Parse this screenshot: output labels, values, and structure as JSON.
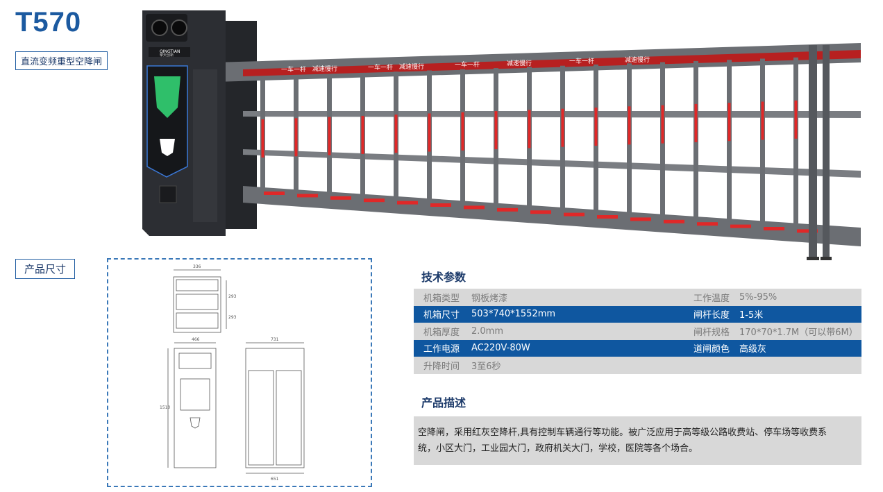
{
  "header": {
    "model": "T570",
    "subtitle": "直流变频重型空降闸"
  },
  "product_image": {
    "brand_logo": "QINGTIAN",
    "brand_name": "擎天创新",
    "boom_slogans": [
      "一车一杆",
      "减速慢行",
      "一车一杆",
      "减速慢行",
      "一车一杆",
      "减速慢行",
      "一车一杆",
      "减速慢行"
    ],
    "colors": {
      "cabinet": "#2c2e33",
      "boom_gray": "#6b6e73",
      "boom_red": "#e02828",
      "led_green": "#2fbf6a"
    }
  },
  "dimensions_section": {
    "title": "产品尺寸",
    "drawing_labels": {
      "top_width": "336",
      "top_h1": "293",
      "top_h2": "293",
      "front_width": "466",
      "front_height": "1510",
      "side_width": "731",
      "side_bottom": "651"
    }
  },
  "specs_section": {
    "title": "技术参数",
    "rows": [
      {
        "style": "gray",
        "left_label": "机箱类型",
        "left_value": "钢板烤漆",
        "right_label": "工作温度",
        "right_value": "5%-95%"
      },
      {
        "style": "blue",
        "left_label": "机箱尺寸",
        "left_value": "503*740*1552mm",
        "right_label": "闸杆长度",
        "right_value": "1-5米"
      },
      {
        "style": "gray",
        "left_label": "机箱厚度",
        "left_value": "2.0mm",
        "right_label": "闸杆规格",
        "right_value": "170*70*1.7M（可以带6M）"
      },
      {
        "style": "blue",
        "left_label": "工作电源",
        "left_value": "AC220V-80W",
        "right_label": "道闸颜色",
        "right_value": "高级灰"
      },
      {
        "style": "gray",
        "left_label": "升降时间",
        "left_value": "3至6秒",
        "right_label": "",
        "right_value": ""
      }
    ]
  },
  "description_section": {
    "title": "产品描述",
    "line1": "空降闸，采用红灰空降杆,具有控制车辆通行等功能。被广泛应用于高等级公路收费站、停车场等收费系",
    "line2": "统，小区大门，工业园大门，政府机关大门，学校，医院等各个场合。"
  }
}
